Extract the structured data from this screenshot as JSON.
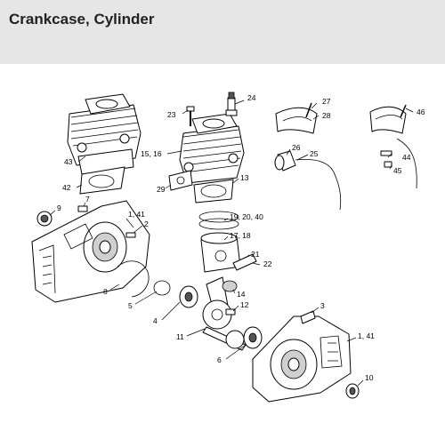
{
  "page": {
    "title": "Crankcase, Cylinder"
  },
  "diagram": {
    "part_labels": [
      {
        "id": "p24",
        "text": "24"
      },
      {
        "id": "p23",
        "text": "23"
      },
      {
        "id": "p27",
        "text": "27"
      },
      {
        "id": "p28",
        "text": "28"
      },
      {
        "id": "p46",
        "text": "46"
      },
      {
        "id": "p26",
        "text": "26"
      },
      {
        "id": "p25",
        "text": "25"
      },
      {
        "id": "p15-16",
        "text": "15, 16"
      },
      {
        "id": "p43",
        "text": "43"
      },
      {
        "id": "p44",
        "text": "44"
      },
      {
        "id": "p45",
        "text": "45"
      },
      {
        "id": "p42",
        "text": "42"
      },
      {
        "id": "p29",
        "text": "29"
      },
      {
        "id": "p13",
        "text": "13"
      },
      {
        "id": "p9",
        "text": "9"
      },
      {
        "id": "p7",
        "text": "7"
      },
      {
        "id": "p1-41-top",
        "text": "1, 41"
      },
      {
        "id": "p2",
        "text": "2"
      },
      {
        "id": "p19-20-40",
        "text": "19, 20, 40"
      },
      {
        "id": "p17-18",
        "text": "17, 18"
      },
      {
        "id": "p21",
        "text": "21"
      },
      {
        "id": "p22",
        "text": "22"
      },
      {
        "id": "p8",
        "text": "8"
      },
      {
        "id": "p14",
        "text": "14"
      },
      {
        "id": "p5",
        "text": "5"
      },
      {
        "id": "p12",
        "text": "12"
      },
      {
        "id": "p3",
        "text": "3"
      },
      {
        "id": "p4",
        "text": "4"
      },
      {
        "id": "p1-41-bottom",
        "text": "1, 41"
      },
      {
        "id": "p11",
        "text": "11"
      },
      {
        "id": "p6",
        "text": "6"
      },
      {
        "id": "p10",
        "text": "10"
      }
    ]
  }
}
